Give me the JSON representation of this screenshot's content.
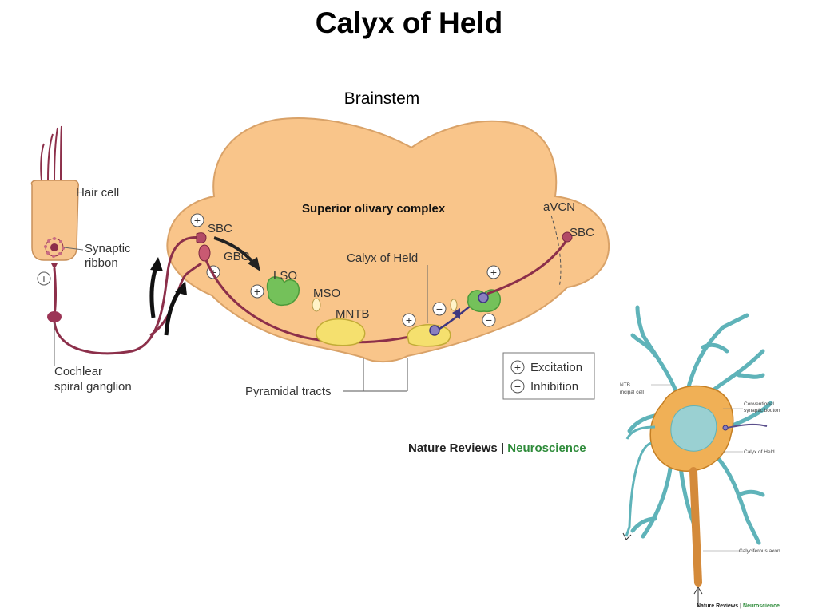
{
  "slide": {
    "title": "Calyx of Held",
    "subtitle": "Brainstem"
  },
  "left_figure": {
    "hair_cell": "Hair cell",
    "synaptic_ribbon_line1": "Synaptic",
    "synaptic_ribbon_line2": "ribbon",
    "cochlear_line1": "Cochlear",
    "cochlear_line2": "spiral ganglion",
    "soc": "Superior olivary complex",
    "avcn": "aVCN",
    "sbc_left": "SBC",
    "sbc_right": "SBC",
    "gbc": "GBC",
    "lso": "LSO",
    "mso": "MSO",
    "mntb": "MNTB",
    "calyx_label": "Calyx of Held",
    "pyramidal": "Pyramidal tracts",
    "plus_symbol": "+",
    "minus_symbol": "−",
    "legend_excitation": "Excitation",
    "legend_inhibition": "Inhibition",
    "credit_journal": "Nature Reviews",
    "credit_separator": "|",
    "credit_section": "Neuroscience"
  },
  "right_figure": {
    "mntb_line1": "NTB",
    "mntb_line2": "incipal cell",
    "conventional_line1": "Conventional",
    "conventional_line2": "synaptic bouton",
    "calyx_label": "Calyx of Held",
    "axon_label": "Calyciferous axon",
    "credit_journal": "Nature Reviews",
    "credit_separator": "|",
    "credit_section": "Neuroscience"
  },
  "colors": {
    "brainstem_fill": "#f9c58a",
    "brainstem_stroke": "#d9a268",
    "nerve": "#8c2f4a",
    "lso_green": "#74c15a",
    "mntb_yellow": "#f5e06e",
    "dendrite_teal": "#5fb3b9",
    "calyx_orange": "#f0b056",
    "neuroscience_green": "#2e8b3a"
  }
}
